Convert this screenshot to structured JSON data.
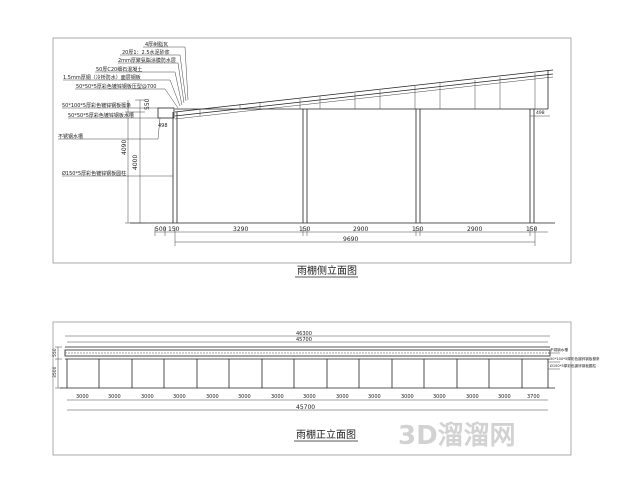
{
  "side_view": {
    "title": "雨棚侧立面图",
    "annotations": [
      "4厚树脂瓦",
      "20厚1：2.5水泥砂浆",
      "2mm厚聚氨酯涂膜防水层",
      "50厚C20细石混凝土",
      "1.5mm厚钢（冷桥防水）面层钢板",
      "50*50*5厚彩色镀锌钢板压型@700",
      "50*100*5厚彩色镀锌钢板檩条",
      "50*50*5厚彩色镀锌钢板水槽",
      "不锈钢水槽",
      "Ø150*5厚彩色镀锌钢板圆柱"
    ],
    "dims_horizontal": [
      "500",
      "150",
      "3290",
      "150",
      "2900",
      "150",
      "2900",
      "150"
    ],
    "dim_total": "9690",
    "dims_vertical": [
      "550",
      "4000",
      "4090"
    ],
    "dims_small": [
      "498",
      "498"
    ]
  },
  "front_view": {
    "title": "雨棚正立面图",
    "top_dims": [
      "46300",
      "45700"
    ],
    "bay_dims": [
      "3000",
      "3000",
      "3000",
      "3000",
      "3000",
      "3000",
      "3000",
      "3000",
      "3000",
      "3000",
      "3000",
      "3000",
      "3000",
      "3000",
      "3700"
    ],
    "dim_total": "45700",
    "vertical_dims": [
      "550",
      "3500"
    ],
    "annotations": [
      "不锈钢水槽",
      "50*100*5厚彩色镀锌钢板檩条",
      "Ø150*5厚彩色镀锌钢板圆柱"
    ]
  },
  "watermark": "3D溜溜网"
}
